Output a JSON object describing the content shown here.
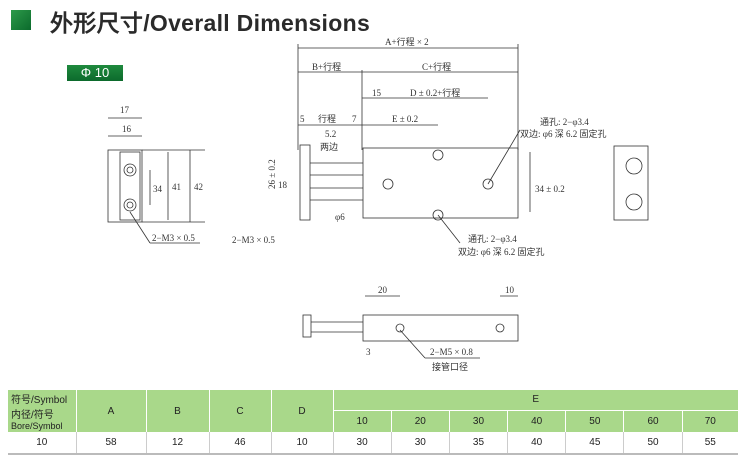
{
  "header": {
    "title": "外形尺寸/Overall  Dimensions",
    "bore_badge": "Φ 10"
  },
  "drawing": {
    "side_view": {
      "dim_17": "17",
      "dim_16": "16",
      "dim_34": "34",
      "dim_41": "41",
      "dim_42": "42",
      "thread": "2−M3 × 0.5"
    },
    "front_view": {
      "a_stroke": "A+行程 × 2",
      "b_stroke": "B+行程",
      "c_stroke": "C+行程",
      "dim_15": "15",
      "d_stroke": "D ± 0.2+行程",
      "dim_5": "5",
      "stroke": "行程",
      "dim_7": "7",
      "e_tol": "E ± 0.2",
      "dim_52": "5.2",
      "both_sides": "两边",
      "dim_26": "26 ± 0.2",
      "dim_18": "18",
      "phi6": "φ6",
      "dim_34": "34 ± 0.2",
      "thread": "2−M3 × 0.5",
      "hole_top_1": "通孔: 2−φ3.4",
      "hole_top_2": "双边: φ6 深 6.2 固定孔",
      "hole_bot_1": "通孔: 2−φ3.4",
      "hole_bot_2": "双边: φ6 深 6.2 固定孔"
    },
    "bottom_view": {
      "dim_20": "20",
      "dim_10": "10",
      "dim_3": "3",
      "port_thread": "2−M5 × 0.8",
      "port_label": "接管口径"
    }
  },
  "table": {
    "symbol_label": "符号/Symbol",
    "bore_label": "内径/符号",
    "bore_label_en": "Bore/Symbol",
    "columns": [
      "A",
      "B",
      "C",
      "D"
    ],
    "e_label": "E",
    "e_columns": [
      "10",
      "20",
      "30",
      "40",
      "50",
      "60",
      "70"
    ],
    "rows": [
      {
        "bore": "10",
        "values": [
          "58",
          "12",
          "46",
          "10"
        ],
        "e_values": [
          "30",
          "30",
          "35",
          "40",
          "45",
          "50",
          "55"
        ]
      }
    ]
  }
}
